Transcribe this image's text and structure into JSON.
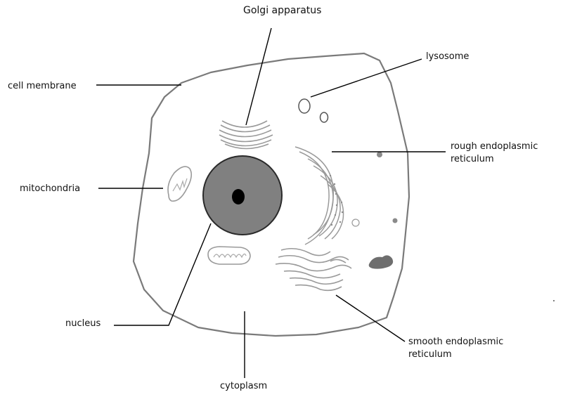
{
  "labels": {
    "golgi": "Golgi apparatus",
    "lysosome": "lysosome",
    "cell_membrane": "cell membrane",
    "rough_er_line1": "rough endoplasmic",
    "rough_er_line2": "reticulum",
    "mitochondria": "mitochondria",
    "nucleus": "nucleus",
    "smooth_er_line1": "smooth endoplasmic",
    "smooth_er_line2": "reticulum",
    "cytoplasm": "cytoplasm"
  },
  "colors": {
    "membrane": "#7a7a7a",
    "nucleus_fill": "#808080",
    "nucleolus": "#000000",
    "leader_line": "#000000",
    "organelle": "#9a9a9a",
    "dark_body": "#6e6e6e"
  }
}
